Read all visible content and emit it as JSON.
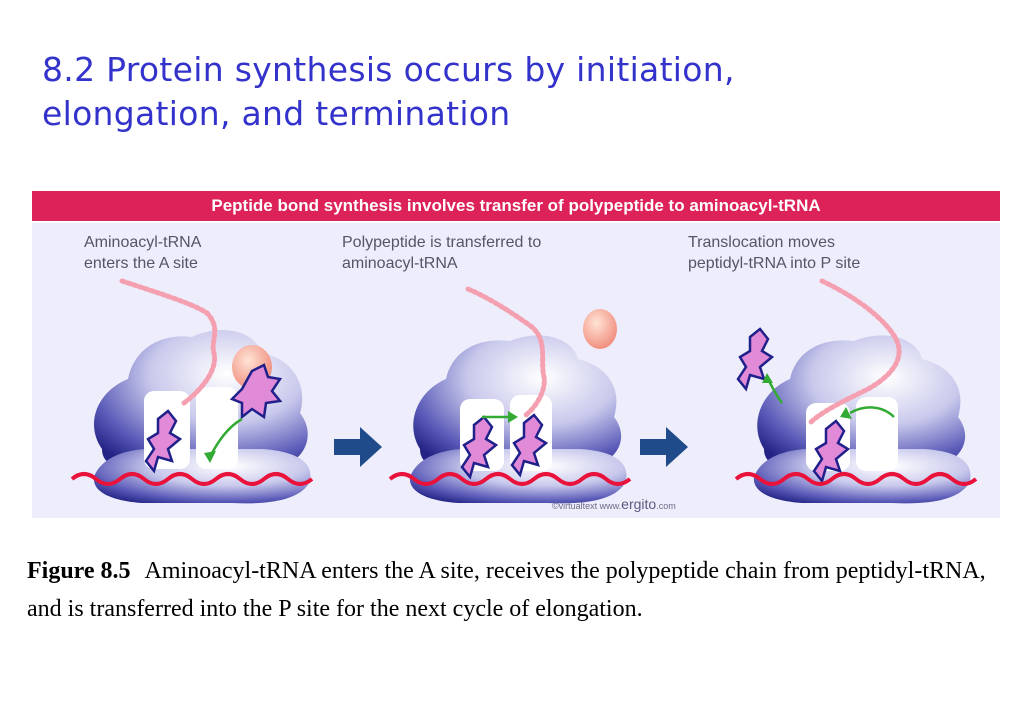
{
  "title": {
    "line1": "8.2 Protein synthesis occurs by initiation,",
    "line2": "elongation, and termination"
  },
  "figure": {
    "header": "Peptide bond synthesis involves transfer of polypeptide to aminoacyl-tRNA",
    "steps": [
      {
        "line1": "Aminoacyl-tRNA",
        "line2": "enters the A site"
      },
      {
        "line1": "Polypeptide is transferred to",
        "line2": "aminoacyl-tRNA"
      },
      {
        "line1": "Translocation moves",
        "line2": "peptidyl-tRNA into P site"
      }
    ],
    "credit": {
      "prefix": "©virtualtext www.",
      "brand": "ergito",
      "suffix": ".com"
    },
    "colors": {
      "ribosome": "#2a2a8c",
      "mrna": "#e8123a",
      "header_band": "#dc2258",
      "arrow": "#1f4b8a",
      "move_arrow": "#33aa33",
      "peptide": "#f4a0b0"
    }
  },
  "caption": {
    "label": "Figure 8.5",
    "text": "Aminoacyl-tRNA enters the A site, receives the polypeptide chain from peptidyl-tRNA, and is transferred into the P site for the next cycle of elongation."
  }
}
